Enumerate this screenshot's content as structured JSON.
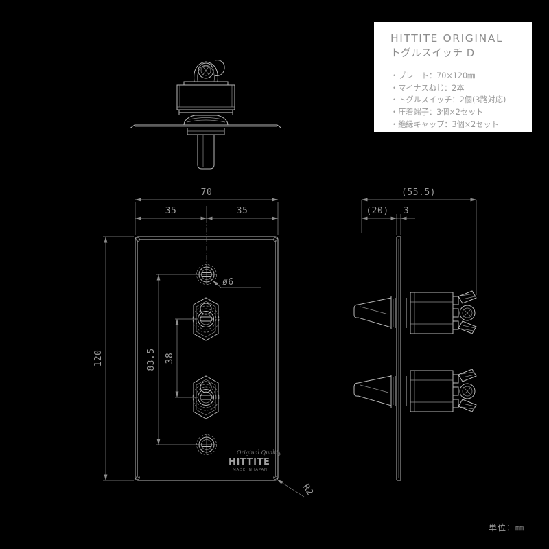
{
  "info_panel": {
    "title_en": "HITTITE ORIGINAL",
    "title_jp": "トグルスイッチ D",
    "specs": [
      "・プレート：70×120㎜",
      "・マイナスねじ：2本",
      "・トグルスイッチ：2個(3路対応)",
      "・圧着端子：3個×2セット",
      "・絶縁キャップ：3個×2セット"
    ],
    "background": "#ffffff",
    "text_color": "#8d8d8d"
  },
  "unit_note": "単位：㎜",
  "drawing": {
    "line_color": "#b9b9b9",
    "dim_color": "#9a9a9a",
    "background": "#000000",
    "front_view": {
      "dimensions": {
        "width_total": "70",
        "width_left": "35",
        "width_right": "35",
        "height_total": "120",
        "pitch_outer": "83.5",
        "pitch_inner": "38",
        "hole_diameter": "ø6",
        "corner_radius": "R2"
      },
      "logo": {
        "script": "Original Quality",
        "wordmark": "HITTITE",
        "tagline": "MADE IN JAPAN"
      }
    },
    "side_view": {
      "dimensions": {
        "depth_total": "(55.5)",
        "depth_lever": "(20)",
        "plate_thickness": "3"
      }
    }
  }
}
